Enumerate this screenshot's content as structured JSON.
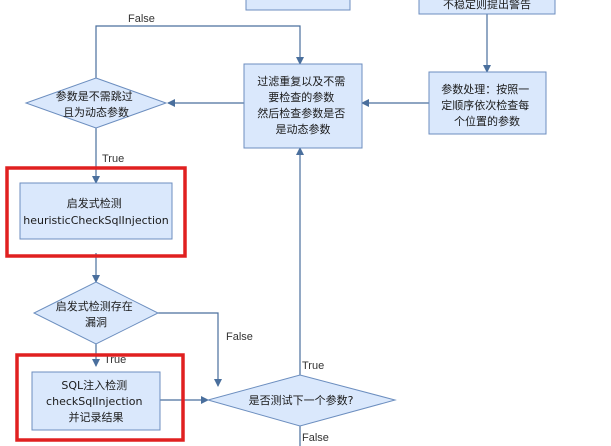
{
  "colors": {
    "node_fill": "#dae8fc",
    "node_stroke": "#6c8ebf",
    "edge": "#4a6f9d",
    "highlight": "#e02020"
  },
  "nodes": {
    "warn": {
      "lines": [
        "不稳定则提出警告"
      ]
    },
    "filter": {
      "lines": [
        "过滤重复以及不需",
        "要检查的参数",
        "然后检查参数是否",
        "是动态参数"
      ]
    },
    "param_proc": {
      "lines": [
        "参数处理：按照一",
        "定顺序依次检查每",
        "个位置的参数"
      ]
    },
    "is_dynamic": {
      "lines": [
        "参数是不需跳过",
        "且为动态参数"
      ]
    },
    "heuristic": {
      "lines": [
        "启发式检测",
        "heuristicCheckSqlInjection"
      ]
    },
    "heuristic_exists": {
      "lines": [
        "启发式检测存在",
        "漏洞"
      ]
    },
    "sqli_check": {
      "lines": [
        "SQL注入检测",
        "checkSqlInjection",
        "并记录结果"
      ]
    },
    "next_param": {
      "lines": [
        "是否测试下一个参数?"
      ]
    }
  },
  "edge_labels": {
    "false_top": "False",
    "true_dynamic": "True",
    "false_heuristic": "False",
    "true_heuristic": "True",
    "true_next": "True",
    "false_next": "False"
  }
}
